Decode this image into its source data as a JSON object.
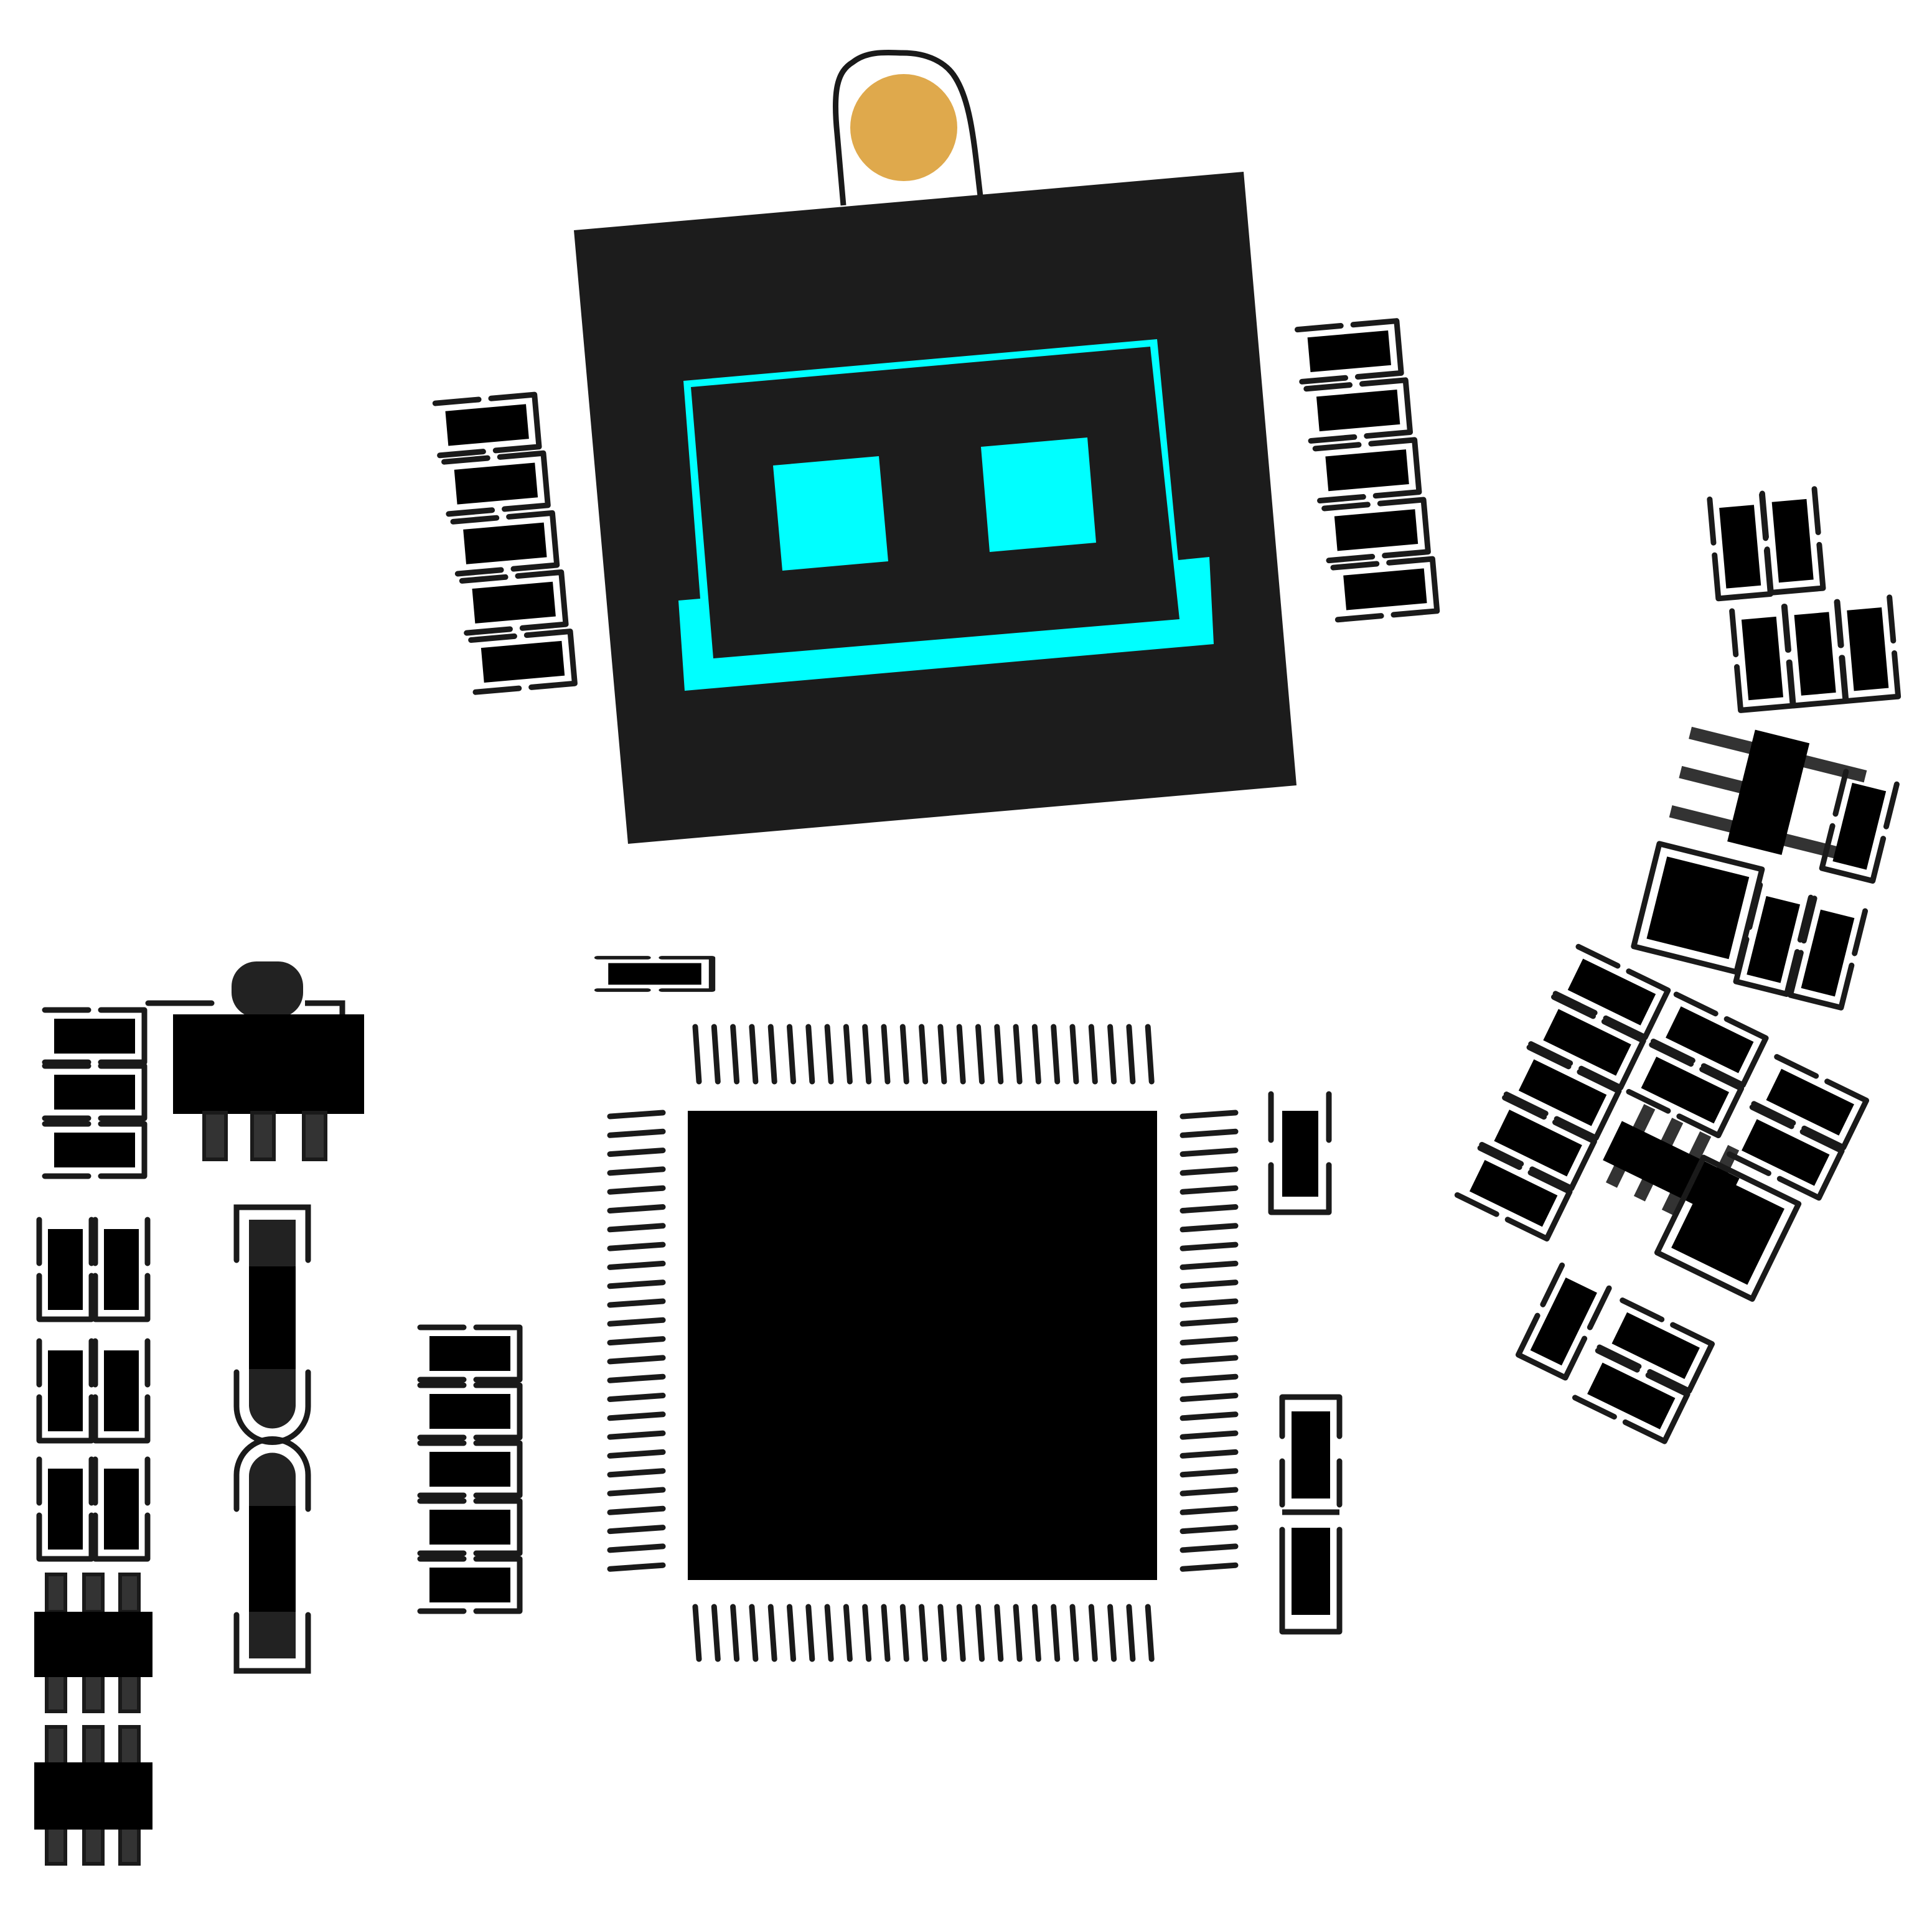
{
  "colors": {
    "background": "#ffffff",
    "outline": "#1a1a1a",
    "pad": "#000000",
    "pin": "#333333",
    "module_body": "#1c1c1c",
    "module_accent": "#00ffff",
    "mount_pad": "#dfa94c",
    "body_dark": "#222222"
  },
  "parts": {
    "module": "shielded-module-with-antenna-window",
    "qfp": "qfp-ic-package",
    "left_column": "resistor-array-and-sot23-column",
    "right_cluster": "rotated-component-cluster"
  }
}
